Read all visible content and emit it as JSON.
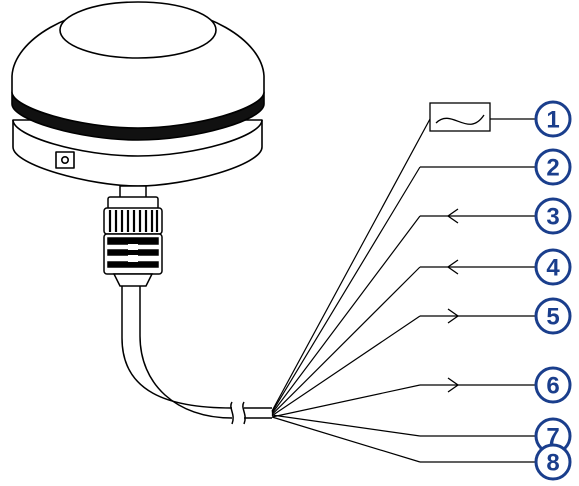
{
  "diagram": {
    "colors": {
      "line": "#000000",
      "callout": "#1a3e8c",
      "panel": "#ffffff"
    },
    "callouts": [
      {
        "label": "1",
        "terminal": "fuse-symbol"
      },
      {
        "label": "2",
        "terminal": "none"
      },
      {
        "label": "3",
        "terminal": "arrow-in"
      },
      {
        "label": "4",
        "terminal": "arrow-in"
      },
      {
        "label": "5",
        "terminal": "arrow-out"
      },
      {
        "label": "6",
        "terminal": "arrow-out"
      },
      {
        "label": "7",
        "terminal": "none"
      },
      {
        "label": "8",
        "terminal": "none"
      }
    ]
  }
}
